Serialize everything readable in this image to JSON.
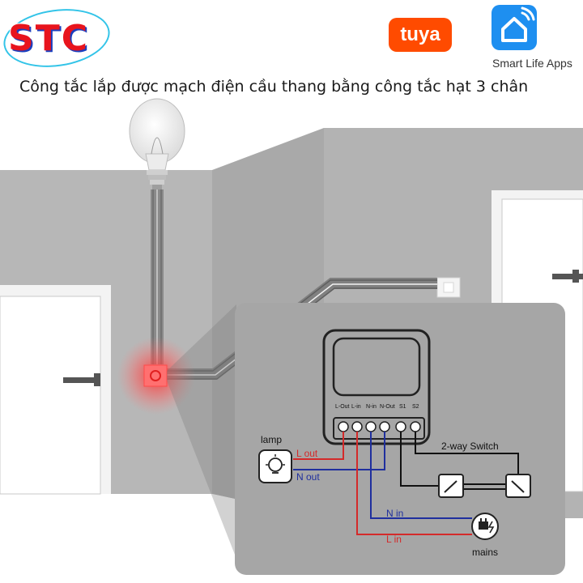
{
  "header": {
    "brand_text": "STC",
    "tuya_label": "tuya",
    "smart_life_label": "Smart Life Apps",
    "headline": "Công tắc lắp được mạch điện cầu thang bằng công tắc hạt 3 chân"
  },
  "diagram": {
    "terminals": [
      "L-Out",
      "L-in",
      "N-in",
      "N-Out",
      "S1",
      "S2"
    ],
    "lamp_label": "lamp",
    "l_out_label": "L out",
    "n_out_label": "N out",
    "two_way_label": "2-way Switch",
    "n_in_label": "N in",
    "l_in_label": "L in",
    "mains_label": "mains"
  },
  "colors": {
    "live": "#d42a2a",
    "neutral": "#1f2f9e",
    "wall": "#b9b9b9",
    "panel": "#a7a7a7",
    "tuya": "#ff4b00",
    "smart_life": "#1e8ff0",
    "brand_red": "#e8141d",
    "brand_blue": "#1a3fbf"
  }
}
